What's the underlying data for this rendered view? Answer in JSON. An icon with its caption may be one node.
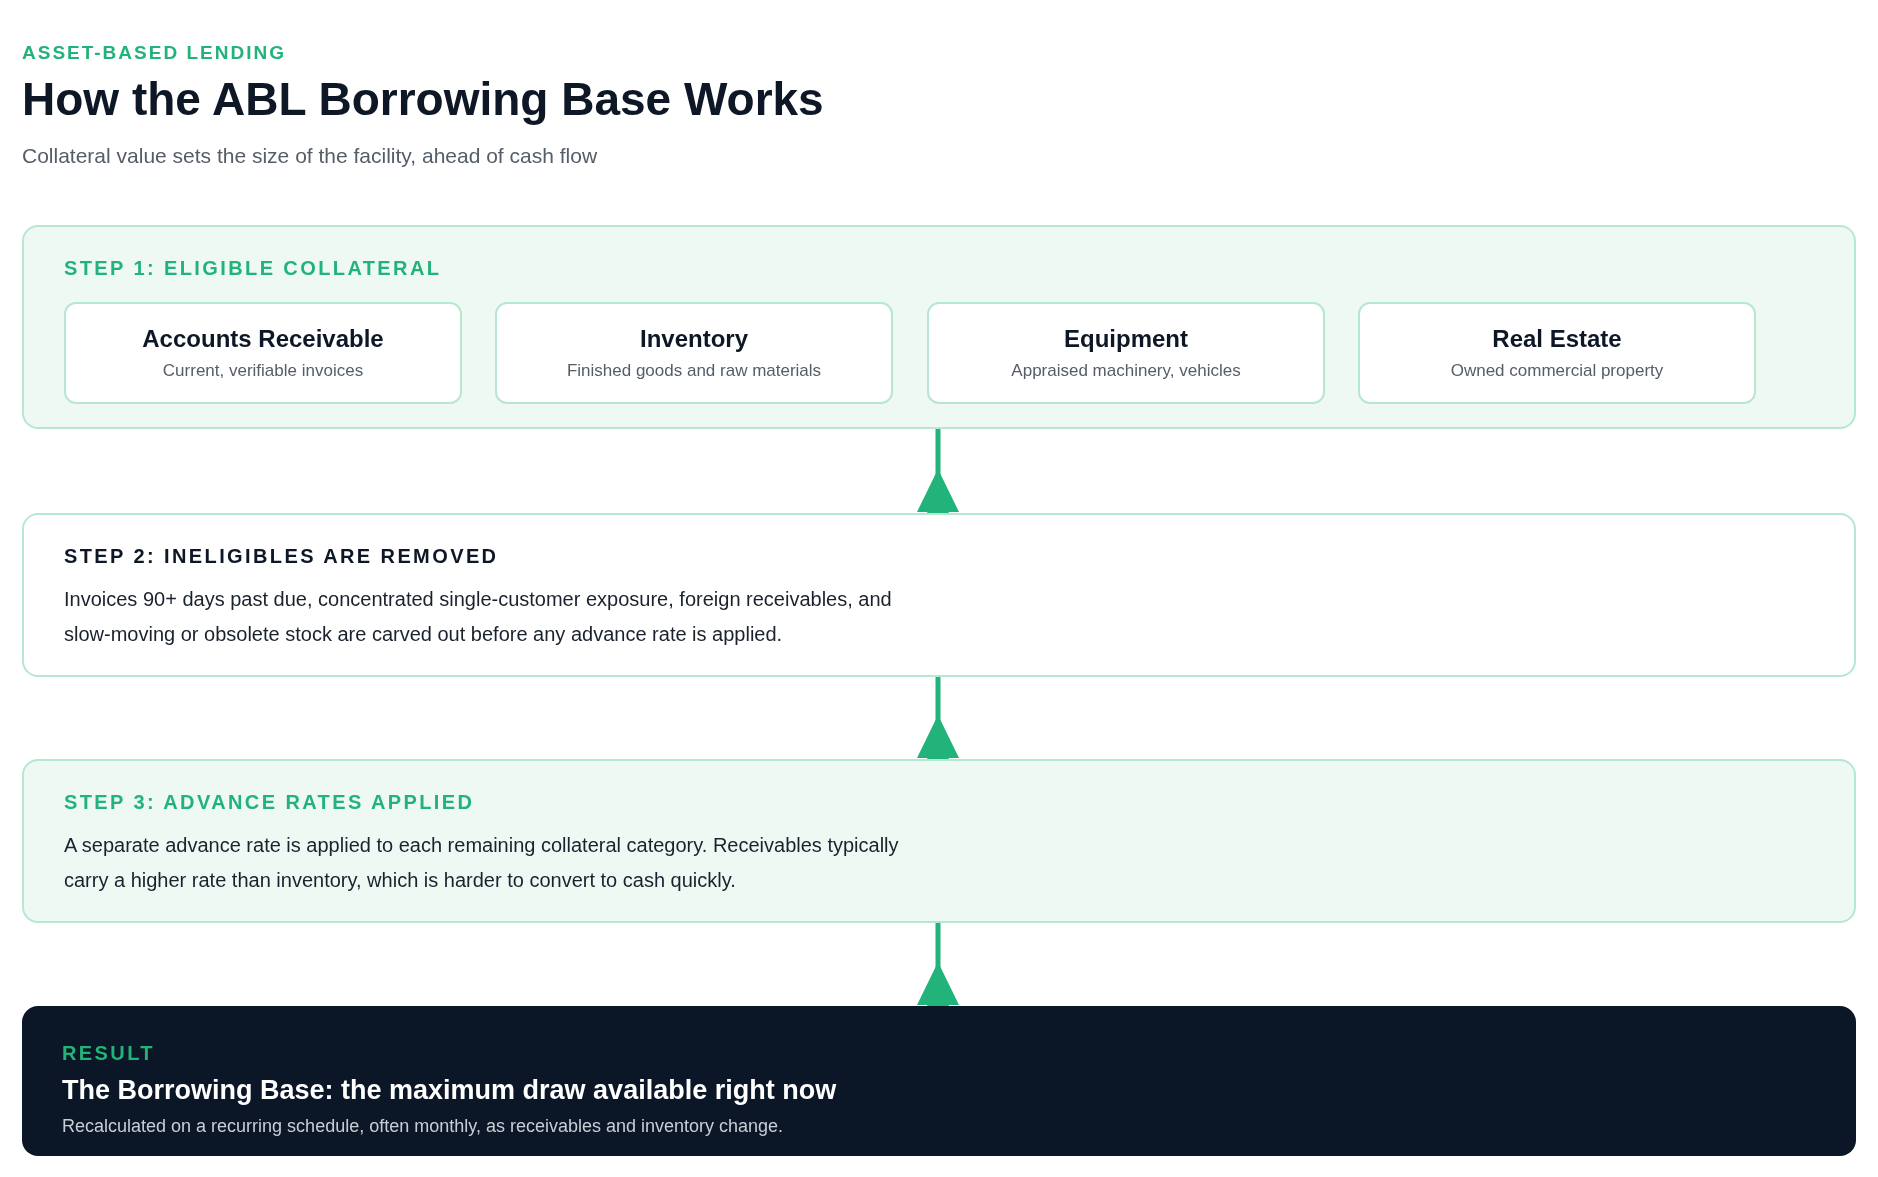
{
  "diagram": {
    "title": "How the ABL Borrowing Base Works",
    "caption": "Collateral value sets the size of the facility, ahead of cash flow",
    "labels": [
      "ASSET-BASED LENDING"
    ],
    "nodes": [
      {
        "text": [
          "STEP 1: ELIGIBLE COLLATERAL"
        ]
      },
      {
        "text": [
          "Accounts Receivable",
          "Current, verifiable invoices"
        ],
        "in": 0
      },
      {
        "text": [
          "Inventory",
          "Finished goods and raw materials"
        ],
        "in": 0
      },
      {
        "text": [
          "Equipment",
          "Appraised machinery, vehicles"
        ],
        "in": 0
      },
      {
        "text": [
          "Real Estate",
          "Owned commercial property"
        ],
        "in": 0
      },
      {
        "text": [
          "STEP 2: INELIGIBLES ARE REMOVED",
          "Invoices 90+ days past due, concentrated single-customer exposure, foreign receivables, and slow-moving or obsolete stock are carved out before any advance rate is applied."
        ]
      },
      {
        "text": [
          "STEP 3: ADVANCE RATES APPLIED",
          "A separate advance rate is applied to each remaining collateral category. Receivables typically carry a higher rate than inventory, which is harder to convert to cash quickly."
        ]
      },
      {
        "text": [
          "RESULT",
          "The Borrowing Base: the maximum draw available right now",
          "Recalculated on a recurring schedule, often monthly, as receivables and inventory change."
        ]
      }
    ],
    "edges": [
      {
        "from": 0,
        "to": 5,
        "arrow": "to"
      },
      {
        "from": 5,
        "to": 6,
        "arrow": "to"
      },
      {
        "from": 6,
        "to": 7,
        "arrow": "to"
      }
    ]
  }
}
